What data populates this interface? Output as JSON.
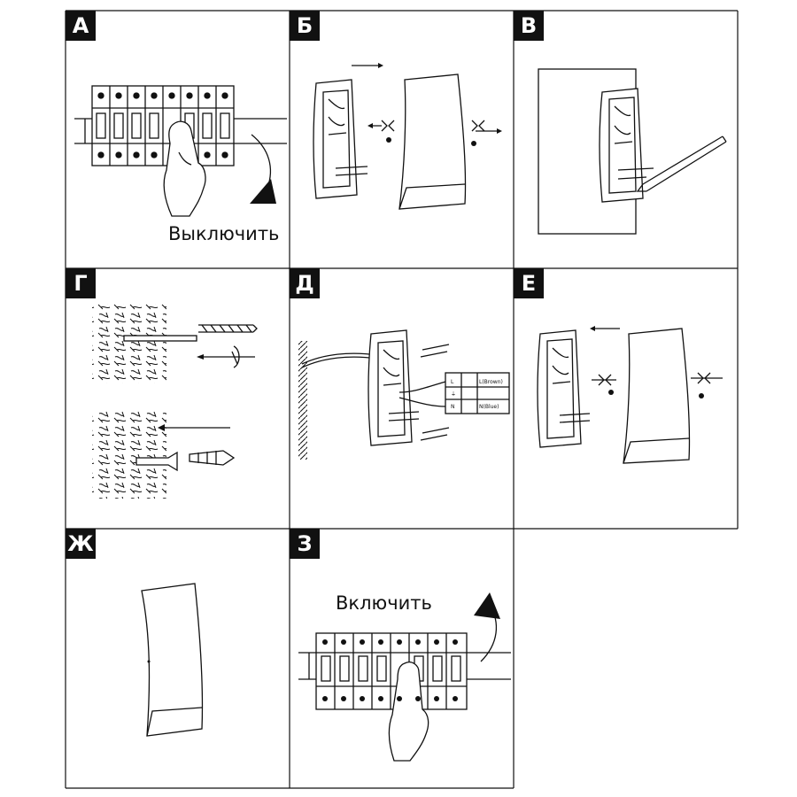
{
  "panels": [
    {
      "label": "А",
      "caption": "Выключить"
    },
    {
      "label": "Б",
      "caption": ""
    },
    {
      "label": "В",
      "caption": ""
    },
    {
      "label": "Г",
      "caption": ""
    },
    {
      "label": "Д",
      "caption": ""
    },
    {
      "label": "Е",
      "caption": ""
    },
    {
      "label": "Ж",
      "caption": ""
    },
    {
      "label": "З",
      "caption": "Включить"
    }
  ],
  "wiring": {
    "terminal_l": "L",
    "terminal_n": "N",
    "wire_l": "L(Brown)",
    "wire_n": "N(Blue)",
    "earth_symbol": "⏚"
  },
  "colors": {
    "ink": "#111111",
    "label_bg": "#111111",
    "label_text": "#ffffff",
    "background": "#ffffff"
  },
  "icons": [
    "circuit-breaker",
    "hand-pointer",
    "rotate-arrow",
    "wall-lamp",
    "screwdriver",
    "drill-bit",
    "wall-plug",
    "screw",
    "wing-nut",
    "terminal-block"
  ]
}
